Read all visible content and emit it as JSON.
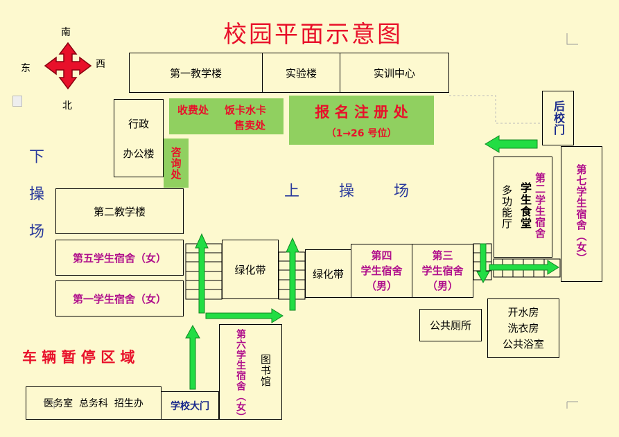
{
  "title": "校园平面示意图",
  "compass": {
    "south": "南",
    "north": "北",
    "east": "东",
    "west": "西"
  },
  "buildings": {
    "teach1": "第一教学楼",
    "lab": "实验楼",
    "training": "实训中心",
    "admin_line1": "行政",
    "admin_line2": "办公楼",
    "teach2": "第二教学楼",
    "dorm5": "第五学生宿舍（女）",
    "dorm1": "第一学生宿舍（女）",
    "green1": "绿化带",
    "green2": "绿化带",
    "dorm4_line1": "第四",
    "dorm4_line2": "学生宿舍",
    "dorm4_line3": "（男）",
    "dorm3_line1": "第三",
    "dorm3_line2": "学生宿舍",
    "dorm3_line3": "（男）",
    "multi_hall": "多功能厅",
    "canteen": "学生食堂",
    "dorm2": "第二学生宿舍",
    "dorm7": "第七学生宿舍（女）",
    "back_gate": "后校门",
    "toilet": "公共厕所",
    "service_line1": "开水房",
    "service_line2": "洗衣房",
    "service_line3": "公共浴室",
    "dorm6": "第六学生宿舍（女）",
    "library": "图书馆",
    "offices": "医务室  总务科  招生办",
    "main_gate": "学校大门"
  },
  "service_points": {
    "fees": "收费处",
    "meal_card_line1": "饭卡水卡",
    "meal_card_line2": "售卖处",
    "registration": "报 名 注 册 处",
    "registration_seats": "（1→26 号位）",
    "consult": "咨询处"
  },
  "areas": {
    "lower_field": "下操场",
    "upper_field": "上 操 场",
    "vehicle_parking": "车 辆 暂 停 区 域"
  },
  "colors": {
    "background": "#fdf9cf",
    "highlight_green": "#90d060",
    "arrow_green": "#22dd44",
    "red": "#e8102a",
    "magenta": "#b0108c",
    "navy": "#1a2a8c"
  }
}
